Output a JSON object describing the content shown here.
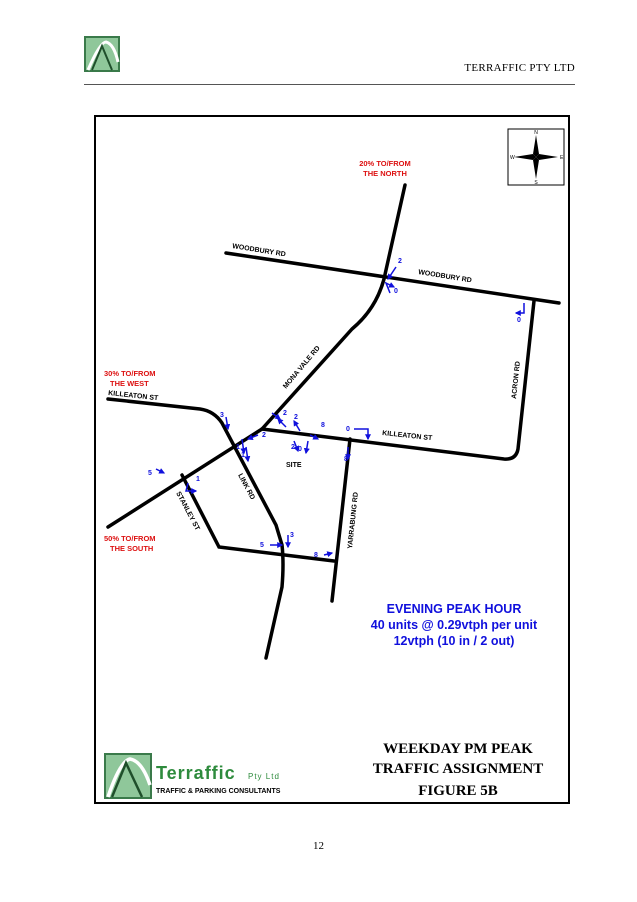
{
  "header": {
    "company": "TERRAFFIC PTY LTD"
  },
  "map": {
    "compass": {
      "n": "N",
      "s": "S",
      "e": "E",
      "w": "W"
    },
    "roads": {
      "woodbury_west": "WOODBURY RD",
      "woodbury_east": "WOODBURY RD",
      "mona_vale": "MONA VALE RD",
      "acron": "ACRON RD",
      "killeaton_west": "KILLEATON ST",
      "killeaton_east": "KILLEATON ST",
      "link": "LINK RD",
      "stanley": "STANLEY ST",
      "yarrabung": "YARRABUNG RD",
      "site": "SITE"
    },
    "directions": {
      "north_1": "20% TO/FROM",
      "north_2": "THE NORTH",
      "west_1": "30% TO/FROM",
      "west_2": "THE WEST",
      "south_1": "50% TO/FROM",
      "south_2": "THE SOUTH"
    },
    "volumes": {
      "mona_north_in": "2",
      "mona_north_out": "0",
      "acron_woodbury": "0",
      "killeaton_east_in": "0",
      "yarrabung_north": "8",
      "site_a": "2",
      "site_b": "2",
      "site_c": "8",
      "site_d": "2",
      "site_e": "0",
      "mona_link": "2",
      "killeaton_west_in": "3",
      "link_1": "1",
      "link_2": "1",
      "stanley_main": "1",
      "stanley_west": "5",
      "link_south": "3",
      "stanley_link": "5",
      "yarrabung_south": "8"
    },
    "peak": {
      "title": "EVENING PEAK HOUR",
      "line1": "40 units @ 0.29vtph per unit",
      "line2": "12vtph (10 in / 2 out)"
    },
    "company_logo": {
      "name": "Terraffic",
      "suffix": "Pty Ltd",
      "tagline": "TRAFFIC & PARKING CONSULTANTS"
    },
    "figure_title": {
      "line1": "WEEKDAY PM PEAK",
      "line2": "TRAFFIC ASSIGNMENT",
      "line3": "FIGURE 5B"
    }
  },
  "footer": {
    "page_number": "12"
  },
  "colors": {
    "volume_blue": "#1010dd",
    "direction_red": "#dd1111",
    "brand_green": "#2e8b3d"
  }
}
